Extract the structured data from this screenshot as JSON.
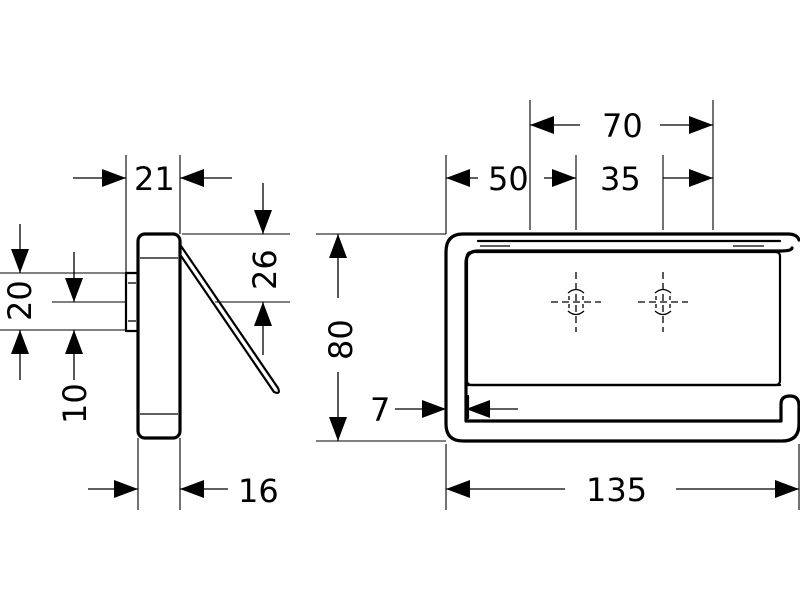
{
  "dimensions": {
    "side_depth": "21",
    "side_plate": "16",
    "side_20": "20",
    "side_10": "10",
    "side_26": "26",
    "top_70": "70",
    "top_50": "50",
    "top_35": "35",
    "height_80": "80",
    "offset_7": "7",
    "width_135": "135"
  }
}
